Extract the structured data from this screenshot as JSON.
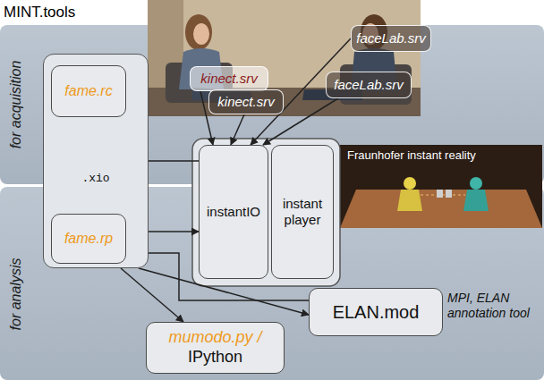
{
  "diagram": {
    "title": "MINT.tools",
    "nodes": [
      {
        "text": [
          "for acquisition"
        ]
      },
      {
        "text": [
          "for analysis"
        ]
      },
      {
        "text": [
          "kinect.srv"
        ]
      },
      {
        "text": [
          "kinect.srv"
        ]
      },
      {
        "text": [
          "faceLab.srv"
        ]
      },
      {
        "text": [
          "faceLab.srv"
        ]
      },
      {
        "text": [
          ".xio"
        ]
      },
      {
        "text": [
          "fame.rc"
        ],
        "in": 6
      },
      {
        "text": [
          "fame.rp"
        ],
        "in": 6
      },
      {
        "text": [
          "instantIO"
        ]
      },
      {
        "text": [
          "instant player"
        ]
      },
      {
        "text": [
          "ELAN.mod"
        ]
      },
      {
        "text": [
          "mumodo.py /",
          "IPython"
        ]
      }
    ],
    "edges": [
      {
        "from": 2,
        "to": 9,
        "arrow": "to"
      },
      {
        "from": 3,
        "to": 9,
        "arrow": "to"
      },
      {
        "from": 4,
        "to": 9,
        "arrow": "to"
      },
      {
        "from": 5,
        "to": 9,
        "arrow": "to"
      },
      {
        "from": 9,
        "to": 7,
        "arrow": "to"
      },
      {
        "from": 7,
        "to": 8,
        "arrow": "to"
      },
      {
        "from": 8,
        "to": 9,
        "arrow": "to"
      },
      {
        "from": 6,
        "to": 12,
        "arrow": "to"
      },
      {
        "from": 6,
        "to": 11,
        "arrow": "to"
      },
      {
        "from": 11,
        "to": 8,
        "arrow": "to"
      }
    ],
    "labels": [
      "Fraunhofer instant reality",
      "MPI, ELAN annotation tool"
    ]
  }
}
